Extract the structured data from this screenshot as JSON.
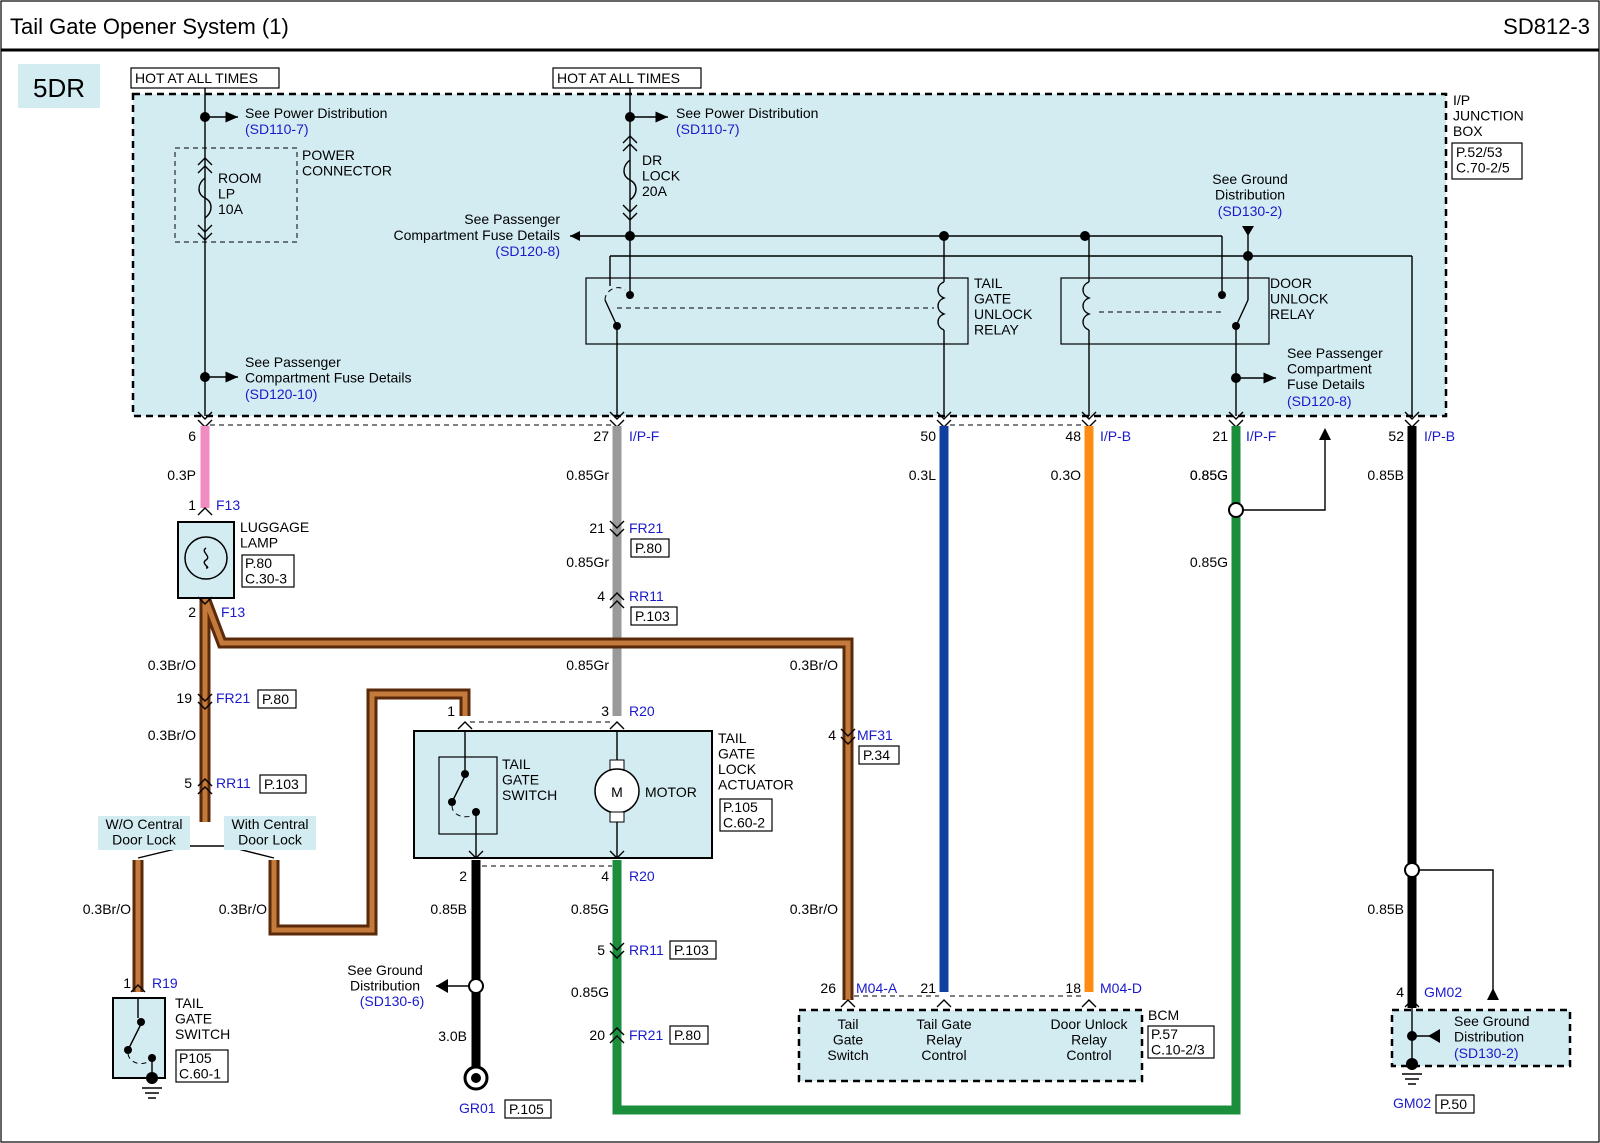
{
  "header": {
    "title": "Tail Gate Opener System (1)",
    "code": "SD812-3"
  },
  "variant": "5DR",
  "junction_box": {
    "name": "I/P\nJUNCTION\nBOX",
    "ref": "P.52/53\nC.70-2/5"
  },
  "hot_labels": [
    "HOT AT ALL TIMES",
    "HOT AT ALL TIMES"
  ],
  "power_dist": [
    {
      "text": "See Power Distribution",
      "ref": "(SD110-7)"
    },
    {
      "text": "See Power Distribution",
      "ref": "(SD110-7)"
    }
  ],
  "power_connector": "POWER\nCONNECTOR",
  "fuses": [
    {
      "label": "ROOM\nLP\n10A"
    },
    {
      "label": "DR\nLOCK\n20A"
    }
  ],
  "pcfd_left": {
    "text": "See Passenger\nCompartment Fuse Details",
    "ref": "(SD120-8)"
  },
  "pcfd_mid": {
    "text": "See Passenger\nCompartment Fuse Details",
    "ref": "(SD120-10)"
  },
  "pcfd_right": {
    "text": "See Passenger\nCompartment\nFuse Details",
    "ref": "(SD120-8)"
  },
  "ground_top": {
    "text": "See Ground\nDistribution",
    "ref": "(SD130-2)"
  },
  "relays": [
    {
      "name": "TAIL\nGATE\nUNLOCK\nRELAY"
    },
    {
      "name": "DOOR\nUNLOCK\nRELAY"
    }
  ],
  "pins": [
    {
      "num": "6",
      "wire": "0.3P",
      "conn": ""
    },
    {
      "num": "27",
      "wire": "0.85Gr",
      "conn": "I/P-F"
    },
    {
      "num": "50",
      "wire": "0.3L",
      "conn": ""
    },
    {
      "num": "48",
      "wire": "0.3O",
      "conn": "I/P-B"
    },
    {
      "num": "21",
      "wire": "0.85G",
      "conn": "I/P-F"
    },
    {
      "num": "52",
      "wire": "0.85B",
      "conn": "I/P-B"
    }
  ],
  "luggage_lamp": {
    "name": "LUGGAGE\nLAMP",
    "ref": "P.80\nC.30-3",
    "pin1": "1",
    "pin2": "2",
    "conn": "F13"
  },
  "connectors": {
    "fr21_left": {
      "num": "19",
      "name": "FR21",
      "ref": "P.80"
    },
    "rr11_left": {
      "num": "5",
      "name": "RR11",
      "ref": "P.103"
    },
    "fr21_mid": {
      "num": "21",
      "name": "FR21",
      "ref": "P.80"
    },
    "rr11_mid": {
      "num": "4",
      "name": "RR11",
      "ref": "P.103"
    },
    "mf31": {
      "num": "4",
      "name": "MF31",
      "ref": "P.34"
    },
    "rr11_low": {
      "num": "5",
      "name": "RR11",
      "ref": "P.103"
    },
    "fr21_low": {
      "num": "20",
      "name": "FR21",
      "ref": "P.80"
    },
    "r19": {
      "num": "1",
      "name": "R19"
    },
    "r20_top": {
      "num": "3",
      "name": "R20"
    },
    "r20_bot": {
      "num": "4",
      "name": "R20"
    },
    "gm02_top": {
      "num": "4",
      "name": "GM02"
    },
    "m04a": {
      "num": "26",
      "name": "M04-A"
    },
    "m04d_21": {
      "num": "21"
    },
    "m04d": {
      "num": "18",
      "name": "M04-D"
    },
    "actuator_pin1": "1",
    "actuator_pin2": "2"
  },
  "wires": {
    "w_03bro_a": "0.3Br/O",
    "w_03bro_b": "0.3Br/O",
    "w_03bro_c": "0.3Br/O",
    "w_03bro_d": "0.3Br/O",
    "w_03bro_e": "0.3Br/O",
    "w_03bro_f": "0.3Br/O",
    "w_085gr_a": "0.85Gr",
    "w_085gr_b": "0.85Gr",
    "w_085g_a": "0.85G",
    "w_085g_b": "0.85G",
    "w_085g_c": "0.85G",
    "w_085g_d": "0.85G",
    "w_085b_a": "0.85B",
    "w_085b_b": "0.85B",
    "w_30b": "3.0B"
  },
  "option_labels": [
    "W/O Central\nDoor Lock",
    "With Central\nDoor Lock"
  ],
  "tail_gate_switch": {
    "name": "TAIL\nGATE\nSWITCH",
    "ref": "P105\nC.60-1"
  },
  "actuator": {
    "name": "TAIL\nGATE\nLOCK\nACTUATOR",
    "ref": "P.105\nC.60-2",
    "switch_label": "TAIL\nGATE\nSWITCH",
    "motor_label": "MOTOR",
    "motor_symbol": "M"
  },
  "ground_low": {
    "text": "See Ground\nDistribution",
    "ref": "(SD130-6)"
  },
  "gr01": {
    "name": "GR01",
    "ref": "P.105"
  },
  "bcm": {
    "name": "BCM",
    "ref": "P.57\nC.10-2/3",
    "labels": [
      "Tail\nGate\nSwitch",
      "Tail Gate\nRelay\nControl",
      "Door Unlock\nRelay\nControl"
    ]
  },
  "gm02_box": {
    "text": "See Ground\nDistribution",
    "ref": "(SD130-2)"
  },
  "gm02_bottom": {
    "name": "GM02",
    "ref": "P.50"
  },
  "colors": {
    "pink": "#f08cc0",
    "gray": "#9a9a9a",
    "blue": "#1240a0",
    "orange": "#ff8c12",
    "green": "#1b8e3c",
    "black": "#000000",
    "brown": "#9a4a1a",
    "light_blue": "#d3ecf2",
    "ref_blue": "#1a1acc"
  }
}
